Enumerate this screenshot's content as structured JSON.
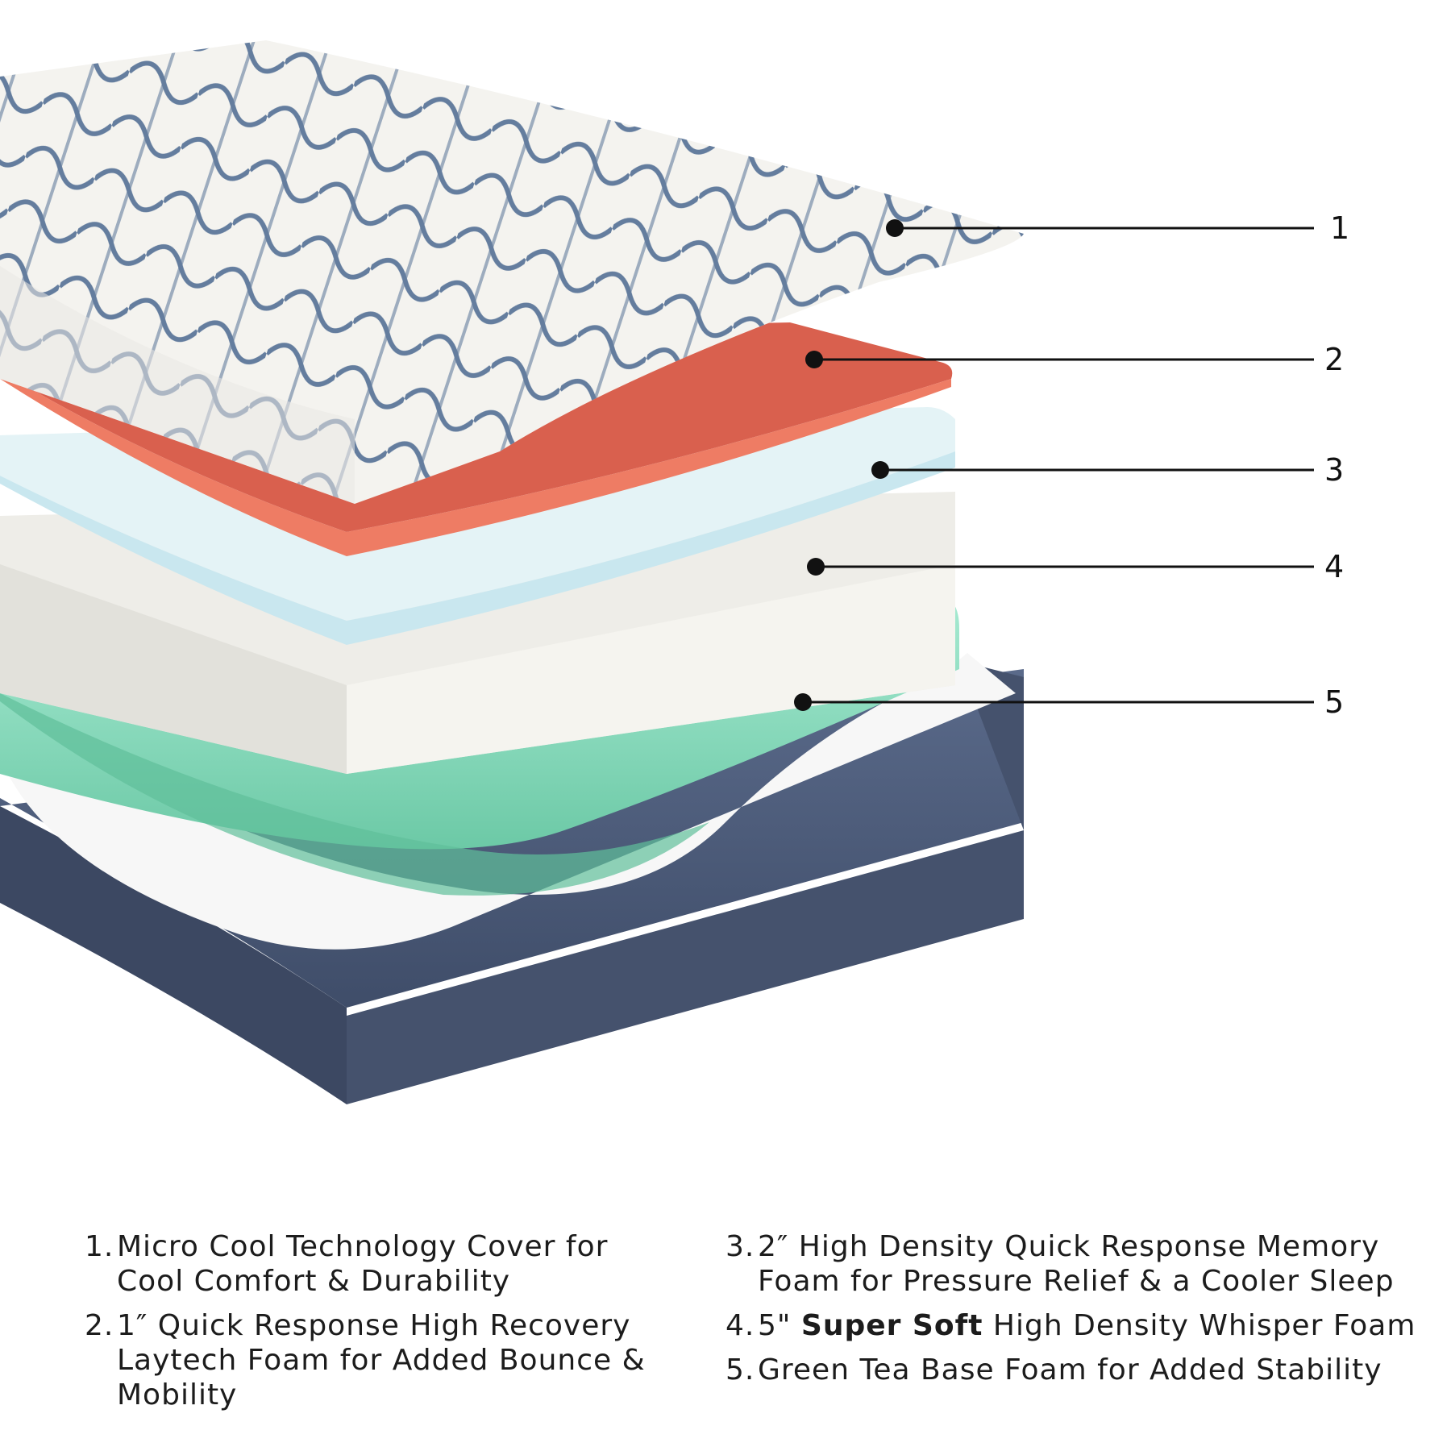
{
  "callouts": [
    "1",
    "2",
    "3",
    "4",
    "5"
  ],
  "legend": {
    "left": [
      {
        "num": "1.",
        "text": "Micro Cool Technology Cover for Cool Comfort & Durability"
      },
      {
        "num": "2.",
        "text": "1″ Quick Response High Recovery Laytech Foam for Added Bounce & Mobility"
      }
    ],
    "right": [
      {
        "num": "3.",
        "text": "2″ High Density Quick Response Memory Foam for Pressure Relief & a Cooler Sleep"
      },
      {
        "num": "4.",
        "pre": "5\" ",
        "bold": "Super Soft",
        "post": " High Density Whisper Foam"
      },
      {
        "num": "5.",
        "text": "Green Tea Base Foam for Added Stability"
      }
    ]
  },
  "colors": {
    "cover": "#f4f3ef",
    "cover_pattern": "#4a6890",
    "laytech": "#e0614c",
    "memory_foam": "#dff1f4",
    "whisper_foam": "#f2f1ec",
    "green_tea": "#8edcc0",
    "base_fabric": "#4f5f7e"
  }
}
